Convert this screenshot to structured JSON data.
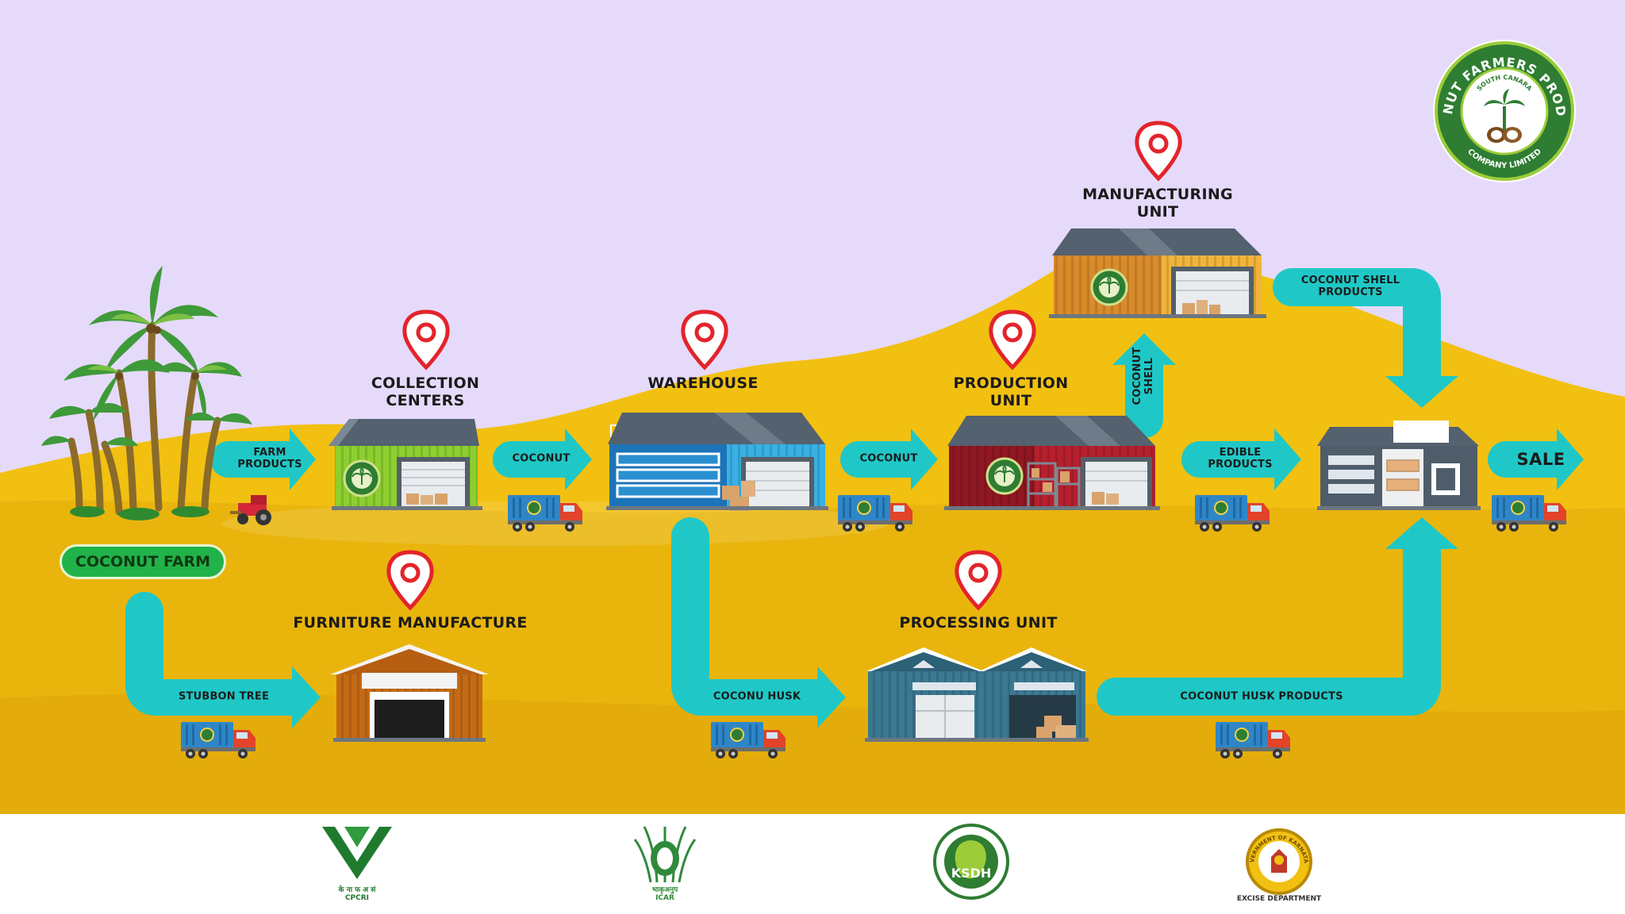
{
  "colors": {
    "sky": "#e6dafb",
    "hill": "#f2c011",
    "ground": "#e7b40e",
    "arrow": "#1fc8c6",
    "pin": "#e3242b",
    "footer": "#ffffff",
    "brand_green": "#2e7d32"
  },
  "brand": {
    "logo_arc_text": "COCONUT FARMERS PRODUCER",
    "logo_inner_text": "SOUTH CANARA",
    "logo_bottom_text": "COMPANY LIMITED"
  },
  "farm": {
    "label": "COCONUT FARM"
  },
  "locations": {
    "collection": "COLLECTION\nCENTERS",
    "warehouse": "WAREHOUSE",
    "production": "PRODUCTION\nUNIT",
    "manufacturing": "MANUFACTURING\nUNIT",
    "furniture": "FURNITURE MANUFACTURE",
    "processing": "PROCESSING UNIT"
  },
  "flows": {
    "farm_products": "FARM\nPRODUCTS",
    "coconut_1": "COCONUT",
    "coconut_2": "COCONUT",
    "coconut_shell": "COCONUT\nSHELL",
    "edible_products": "EDIBLE\nPRODUCTS",
    "coconut_shell_products": "COCONUT SHELL\nPRODUCTS",
    "sale": "SALE",
    "stubbon_tree": "STUBBON TREE",
    "coconu_husk": "COCONU HUSK",
    "coconut_husk_products": "COCONUT HUSK PRODUCTS"
  },
  "partners": {
    "cpcri_caption": "के ना फ अ सं\nCPCRI",
    "icar_caption": "भाकृअनुप\nICAR",
    "ksdh_text": "KSDH",
    "karnataka_caption": "EXCISE DEPARTMENT",
    "karnataka_ring": "GOVERNMENT OF KARNATAKA"
  }
}
